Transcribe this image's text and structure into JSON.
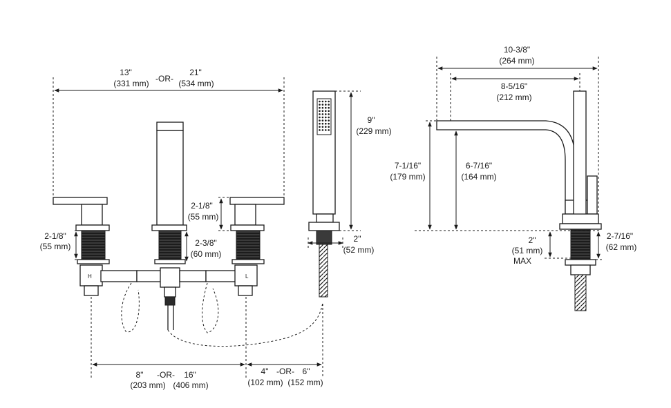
{
  "front_view": {
    "overall_width_top": "13\"",
    "overall_width_or": "-OR-",
    "overall_width_alt": "21\"",
    "overall_width_top_mm": "(331 mm)",
    "overall_width_alt_mm": "(534 mm)",
    "handle_height": "2-1/8\"",
    "handle_height_mm": "(55 mm)",
    "shank_left": "2-1/8\"",
    "shank_left_mm": "(55 mm)",
    "spout_shank": "2-3/8\"",
    "spout_shank_mm": "(60 mm)",
    "handshower_height": "9\"",
    "handshower_height_mm": "(229 mm)",
    "handshower_shank": "2\"",
    "handshower_shank_mm": "(52 mm)",
    "spread_1": "8\"",
    "spread_or": "-OR-",
    "spread_2": "16\"",
    "spread_1_mm": "(203 mm)",
    "spread_2_mm": "(406 mm)",
    "hs_spread_1": "4\"",
    "hs_spread_or": "-OR-",
    "hs_spread_2": "6\"",
    "hs_spread_1_mm": "(102 mm)",
    "hs_spread_2_mm": "(152 mm)",
    "valve_label_left": "H",
    "valve_label_right": "L"
  },
  "side_view": {
    "overall_reach": "10-3/8\"",
    "overall_reach_mm": "(264 mm)",
    "spout_reach": "8-5/16\"",
    "spout_reach_mm": "(212 mm)",
    "total_height": "7-1/16\"",
    "total_height_mm": "(179 mm)",
    "spout_height": "6-7/16\"",
    "spout_height_mm": "(164 mm)",
    "deck_max": "2\"",
    "deck_max_mm": "(51 mm)",
    "deck_max_label": "MAX",
    "shank_len": "2-7/16\"",
    "shank_len_mm": "(62 mm)"
  }
}
